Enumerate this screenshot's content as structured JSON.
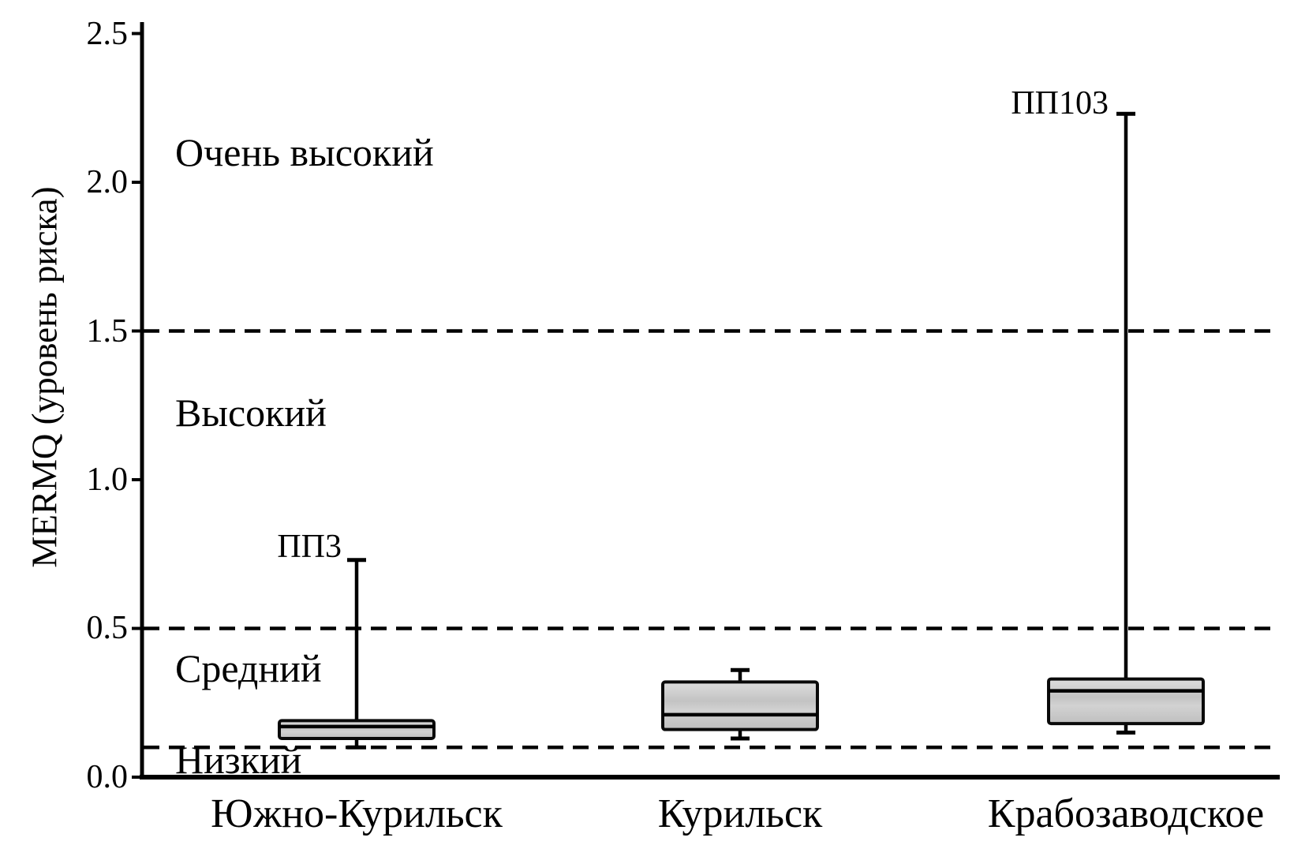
{
  "figure": {
    "background_color": "#ffffff",
    "line_color": "#000000",
    "box_fill_color": "#c8c8c8"
  },
  "chart_data": {
    "type": "box",
    "title": "",
    "xlabel": "",
    "ylabel": "MERMQ (уровень риска)",
    "ylim": [
      0.0,
      2.5
    ],
    "grid": false,
    "legend": "none",
    "yticks": [
      "0.0",
      "0.5",
      "1.0",
      "1.5",
      "2.0",
      "2.5"
    ],
    "ytick_values": [
      0.0,
      0.5,
      1.0,
      1.5,
      2.0,
      2.5
    ],
    "categories": [
      "Южно-Курильск",
      "Курильск",
      "Крабозаводское"
    ],
    "series": [
      {
        "category": "Южно-Курильск",
        "whisker_low": 0.1,
        "q1": 0.13,
        "median": 0.17,
        "q3": 0.19,
        "whisker_high": 0.73,
        "annotation": "ПП3"
      },
      {
        "category": "Курильск",
        "whisker_low": 0.13,
        "q1": 0.16,
        "median": 0.21,
        "q3": 0.32,
        "whisker_high": 0.36,
        "annotation": ""
      },
      {
        "category": "Крабозаводское",
        "whisker_low": 0.15,
        "q1": 0.18,
        "median": 0.29,
        "q3": 0.33,
        "whisker_high": 2.23,
        "annotation": "ПП103"
      }
    ],
    "threshold_lines": [
      {
        "value": 0.1,
        "style": "dashed"
      },
      {
        "value": 0.5,
        "style": "dashed"
      },
      {
        "value": 1.5,
        "style": "dashed"
      }
    ],
    "zone_labels": [
      {
        "label": "Очень высокий",
        "value": 2.1
      },
      {
        "label": "Высокий",
        "value": 1.22
      },
      {
        "label": "Средний",
        "value": 0.37
      },
      {
        "label": "Низкий",
        "value": 0.06
      }
    ]
  }
}
